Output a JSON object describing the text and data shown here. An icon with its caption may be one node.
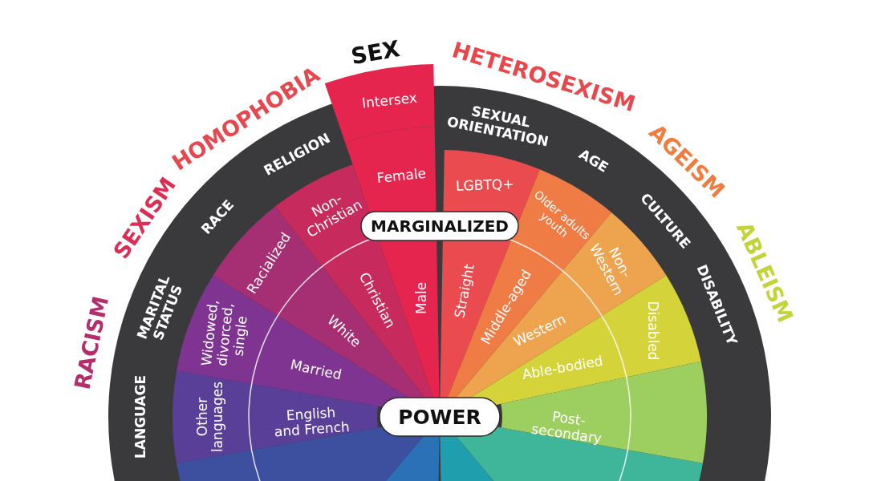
{
  "diagram": {
    "nodes": [
      {
        "text": [
          "Intersex"
        ]
      },
      {
        "text": [
          "Female"
        ]
      },
      {
        "text": [
          "LGBTQ+"
        ]
      },
      {
        "text": [
          "Non- Christian"
        ]
      },
      {
        "text": [
          "Older adults youth"
        ]
      },
      {
        "text": [
          "MARGINALIZED"
        ]
      },
      {
        "text": [
          "Racialized"
        ]
      },
      {
        "text": [
          "Male"
        ]
      },
      {
        "text": [
          "Straight"
        ]
      },
      {
        "text": [
          "Middle-aged"
        ]
      },
      {
        "text": [
          "Non- Western"
        ]
      },
      {
        "text": [
          "Christian"
        ]
      },
      {
        "text": [
          "White"
        ]
      },
      {
        "text": [
          "Western"
        ]
      },
      {
        "text": [
          "Widowed, divorced, single"
        ]
      },
      {
        "text": [
          "Disabled"
        ]
      },
      {
        "text": [
          "Married"
        ]
      },
      {
        "text": [
          "Able-bodied"
        ]
      },
      {
        "text": [
          "POWER"
        ]
      },
      {
        "text": [
          "Post- secondary"
        ]
      },
      {
        "text": [
          "English and French"
        ]
      },
      {
        "text": [
          "Other languages"
        ]
      },
      {
        "text": [],
        "shape": "box"
      }
    ],
    "edges": [],
    "labels": [
      "SEX",
      "HETEROSEXISM",
      "HOMOPHOBIA",
      "SEXUAL ORIENTATION",
      "RELIGION",
      "AGE",
      "AGEISM",
      "SEXISM",
      "RACE",
      "CULTURE",
      "ABLEISM",
      "RACISM",
      "MARITAL STATUS",
      "DISABILITY",
      "LANGUAGE"
    ]
  }
}
